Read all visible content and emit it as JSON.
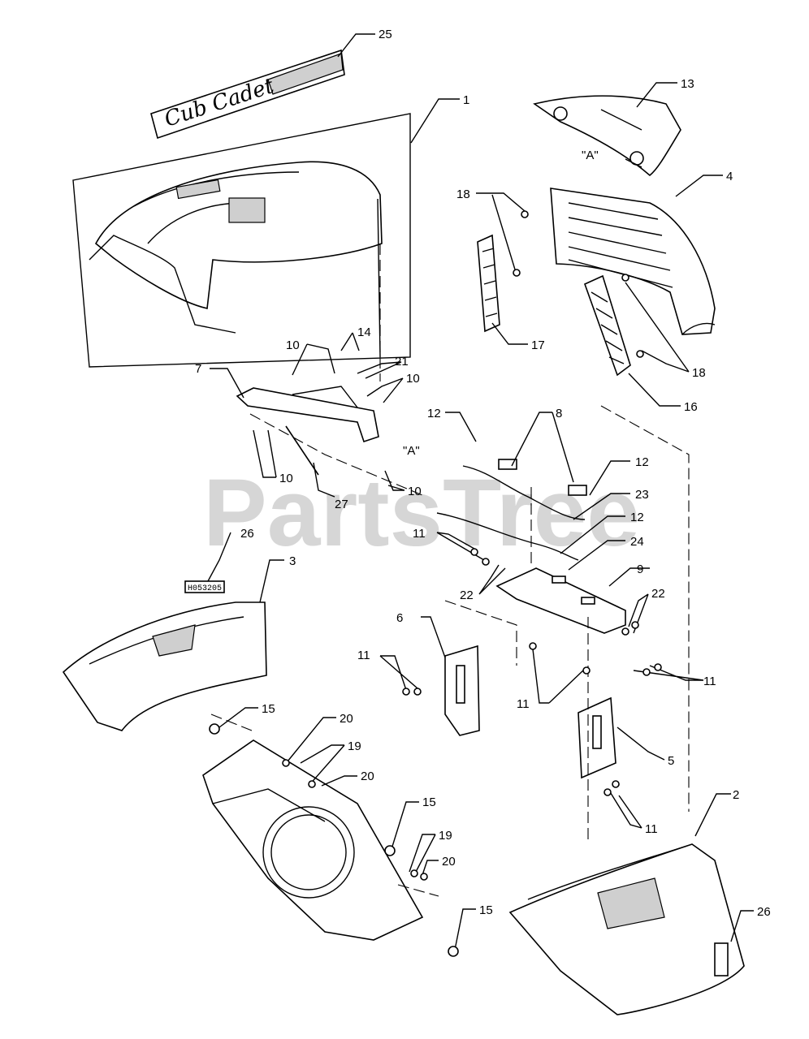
{
  "watermark": "PartsTree",
  "decal_text": "Cub Cadet",
  "label_tag": "H053205",
  "callouts": {
    "c25": "25",
    "c1": "1",
    "c13": "13",
    "c4": "4",
    "c18a": "18",
    "c18b": "18",
    "c17": "17",
    "c16": "16",
    "c14": "14",
    "c10a": "10",
    "c21": "21",
    "c10b": "10",
    "c7": "7",
    "c10c": "10",
    "c10d": "10",
    "c27": "27",
    "c12a": "12",
    "c8": "8",
    "c12b": "12",
    "c23": "23",
    "c12c": "12",
    "c24": "24",
    "c11a": "11",
    "c9": "9",
    "c22a": "22",
    "c22b": "22",
    "c26a": "26",
    "c3": "3",
    "c6": "6",
    "c11b": "11",
    "c11c": "11",
    "c11d": "11",
    "c15a": "15",
    "c20a": "20",
    "c19a": "19",
    "c20b": "20",
    "c5": "5",
    "c2": "2",
    "c11e": "11",
    "c15b": "15",
    "c19b": "19",
    "c20c": "20",
    "c15c": "15",
    "c26b": "26"
  },
  "refs": {
    "a1": "\"A\"",
    "a2": "\"A\""
  }
}
